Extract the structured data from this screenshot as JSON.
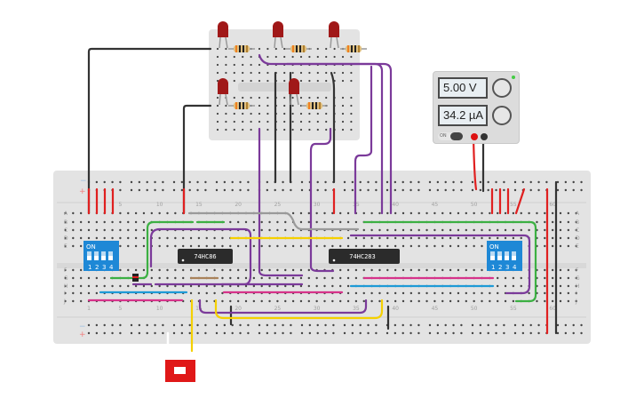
{
  "power_supply": {
    "voltage_display": "5.00 V",
    "current_display": "34.2 µA",
    "on_label": "ON",
    "indicator_color": "#44cc44"
  },
  "chips": [
    {
      "id": "xor",
      "label": "74HC86"
    },
    {
      "id": "adder",
      "label": "74HC283"
    }
  ],
  "dip_switches": [
    {
      "id": "dip-left",
      "on_label": "ON",
      "positions": [
        "1",
        "2",
        "3",
        "4"
      ]
    },
    {
      "id": "dip-right",
      "on_label": "ON",
      "positions": [
        "1",
        "2",
        "3",
        "4"
      ]
    }
  ],
  "breadboard": {
    "row_letters_top": [
      "A",
      "B",
      "C",
      "D",
      "E"
    ],
    "row_letters_bottom": [
      "F",
      "G",
      "H",
      "I",
      "J"
    ],
    "column_numbers": [
      "1",
      "5",
      "10",
      "15",
      "20",
      "25",
      "30",
      "35",
      "40",
      "45",
      "50",
      "55",
      "60"
    ],
    "rail_minus": "−",
    "rail_plus": "+"
  },
  "leds": {
    "count": 5,
    "color": "#a01818"
  },
  "colors": {
    "wire_red": "#e02020",
    "wire_black": "#333333",
    "wire_purple": "#7b3a9a",
    "wire_green": "#3cb043",
    "wire_yellow": "#f5d000",
    "wire_blue": "#1e9ad6",
    "wire_magenta": "#d6338a",
    "wire_gray": "#9a9a9a",
    "wire_brown": "#a9825a",
    "dip_blue": "#1e88d6",
    "chip_body": "#2b2b2b",
    "board": "#e3e3e3"
  }
}
